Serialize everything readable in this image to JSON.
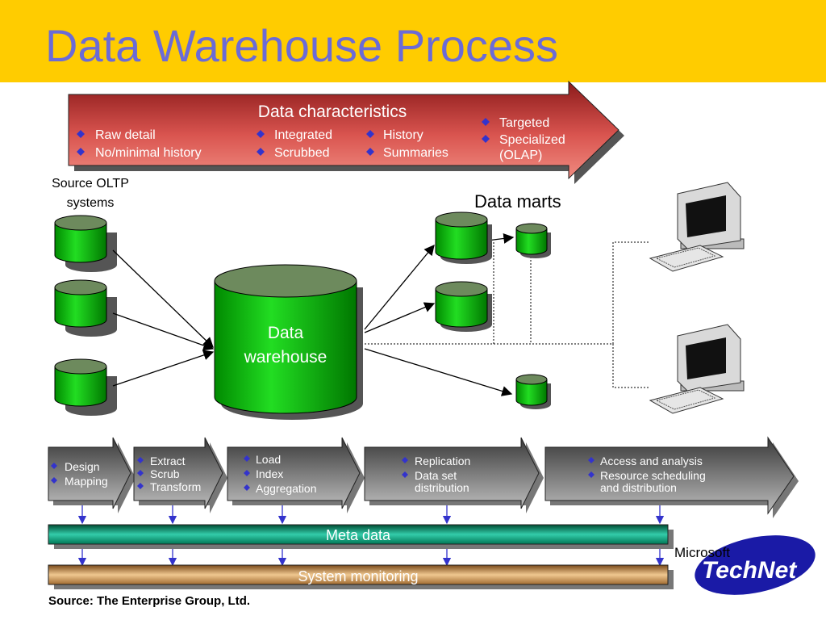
{
  "title": "Data Warehouse Process",
  "characteristics": {
    "heading": "Data characteristics",
    "col1": [
      "Raw detail",
      "No/minimal history"
    ],
    "col2": [
      "Integrated",
      "Scrubbed"
    ],
    "col3": [
      "History",
      "Summaries"
    ],
    "col4": [
      "Targeted",
      "Specialized",
      "(OLAP)"
    ]
  },
  "source_label": [
    "Source OLTP",
    "systems"
  ],
  "warehouse_label": [
    "Data",
    "warehouse"
  ],
  "data_marts_label": "Data marts",
  "stages": [
    {
      "items": [
        "Design",
        "Mapping"
      ]
    },
    {
      "items": [
        "Extract",
        "Scrub",
        "Transform"
      ]
    },
    {
      "items": [
        "Load",
        "Index",
        "Aggregation"
      ]
    },
    {
      "items": [
        "Replication",
        "Data set",
        "distribution"
      ]
    },
    {
      "items": [
        "Access and analysis",
        "Resource scheduling",
        "and distribution"
      ]
    }
  ],
  "meta_data_label": "Meta data",
  "system_monitoring_label": "System monitoring",
  "source_note": "Source:  The Enterprise Group, Ltd.",
  "logo": {
    "microsoft": "Microsoft",
    "technet": "TechNet"
  },
  "colors": {
    "title_bar": "#ffcc00",
    "title_text": "#6b6bd6",
    "cylinder_green": "#00b000",
    "arrow_red": "#c0392b",
    "bullet": "#3333cc",
    "meta_bar": "#009966",
    "monitor_bar": "#cc9966"
  }
}
